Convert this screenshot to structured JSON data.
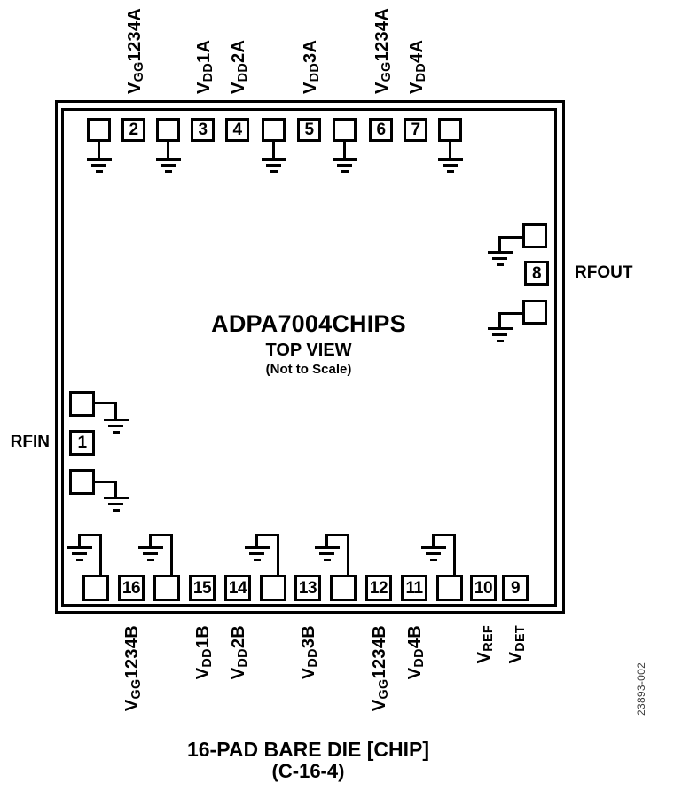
{
  "chip": {
    "name": "ADPA7004CHIPS",
    "view": "TOP VIEW",
    "scale_note": "(Not to Scale)"
  },
  "pins": {
    "left": {
      "number": "1",
      "label": "RFIN"
    },
    "right": {
      "number": "8",
      "label": "RFOUT"
    },
    "top": [
      {
        "number": "2",
        "label_pre": "V",
        "label_sub": "GG",
        "label_post": "1234A"
      },
      {
        "number": "3",
        "label_pre": "V",
        "label_sub": "DD",
        "label_post": "1A"
      },
      {
        "number": "4",
        "label_pre": "V",
        "label_sub": "DD",
        "label_post": "2A"
      },
      {
        "number": "5",
        "label_pre": "V",
        "label_sub": "DD",
        "label_post": "3A"
      },
      {
        "number": "6",
        "label_pre": "V",
        "label_sub": "GG",
        "label_post": "1234A"
      },
      {
        "number": "7",
        "label_pre": "V",
        "label_sub": "DD",
        "label_post": "4A"
      }
    ],
    "bottom": [
      {
        "number": "16",
        "label_pre": "V",
        "label_sub": "GG",
        "label_post": "1234B"
      },
      {
        "number": "15",
        "label_pre": "V",
        "label_sub": "DD",
        "label_post": "1B"
      },
      {
        "number": "14",
        "label_pre": "V",
        "label_sub": "DD",
        "label_post": "2B"
      },
      {
        "number": "13",
        "label_pre": "V",
        "label_sub": "DD",
        "label_post": "3B"
      },
      {
        "number": "12",
        "label_pre": "V",
        "label_sub": "GG",
        "label_post": "1234B"
      },
      {
        "number": "11",
        "label_pre": "V",
        "label_sub": "DD",
        "label_post": "4B"
      },
      {
        "number": "10",
        "label_pre": "V",
        "label_sub": "REF",
        "label_post": ""
      },
      {
        "number": "9",
        "label_pre": "V",
        "label_sub": "DET",
        "label_post": ""
      }
    ]
  },
  "caption": {
    "line1": "16-PAD BARE DIE [CHIP]",
    "line2": "(C-16-4)"
  },
  "watermark": "23893-002",
  "colors": {
    "ink": "#000000",
    "background": "#ffffff"
  }
}
